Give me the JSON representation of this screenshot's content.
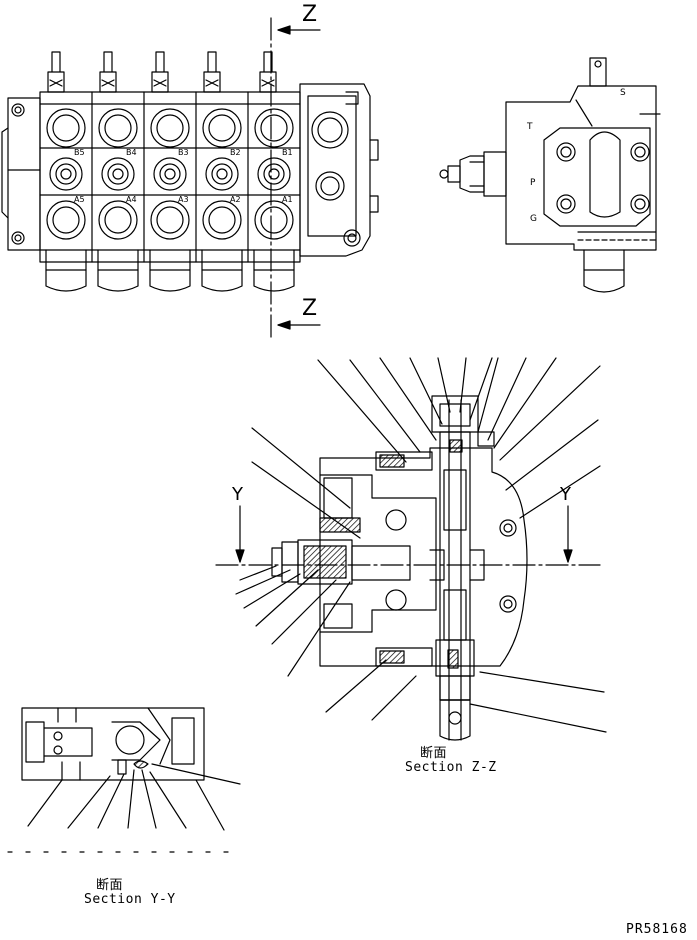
{
  "section_marks": {
    "z": "Z",
    "y": "Y"
  },
  "port_labels": {
    "b": [
      "B5",
      "B4",
      "B3",
      "B2",
      "B1"
    ],
    "a": [
      "A5",
      "A4",
      "A3",
      "A2",
      "A1"
    ],
    "side": [
      "T",
      "S",
      "P",
      "G"
    ]
  },
  "captions": {
    "section_zz_kanji": "断面",
    "section_zz": "Section Z-Z",
    "section_yy_kanji": "断面",
    "section_yy": "Section Y-Y"
  },
  "reference_code": "PR58168"
}
